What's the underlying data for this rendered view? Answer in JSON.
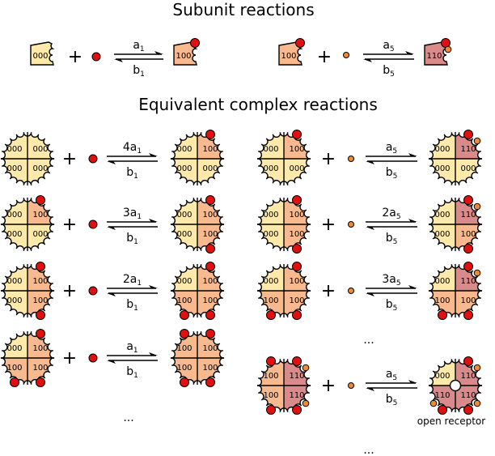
{
  "titles": {
    "subunit": "Subunit reactions",
    "complex": "Equivalent complex reactions"
  },
  "colors": {
    "state000": "#fdeaaa",
    "state100": "#f7b98d",
    "state110": "#d98b8b",
    "ligand_a": "#e01010",
    "ligand_b": "#f08a30",
    "outline": "#000000"
  },
  "state_labels": {
    "s000": "000",
    "s100": "100",
    "s110": "110"
  },
  "plus": "+",
  "subunit_reactions": [
    {
      "forward": "a",
      "forward_sub": "1",
      "reverse": "b",
      "reverse_sub": "1"
    },
    {
      "forward": "a",
      "forward_sub": "5",
      "reverse": "b",
      "reverse_sub": "5"
    }
  ],
  "left_column": [
    {
      "forward_coef": "4",
      "forward": "a",
      "forward_sub": "1",
      "reverse": "b",
      "reverse_sub": "1"
    },
    {
      "forward_coef": "3",
      "forward": "a",
      "forward_sub": "1",
      "reverse": "b",
      "reverse_sub": "1"
    },
    {
      "forward_coef": "2",
      "forward": "a",
      "forward_sub": "1",
      "reverse": "b",
      "reverse_sub": "1"
    },
    {
      "forward_coef": "",
      "forward": "a",
      "forward_sub": "1",
      "reverse": "b",
      "reverse_sub": "1"
    }
  ],
  "right_column": [
    {
      "forward_coef": "",
      "forward": "a",
      "forward_sub": "5",
      "reverse": "b",
      "reverse_sub": "5"
    },
    {
      "forward_coef": "2",
      "forward": "a",
      "forward_sub": "5",
      "reverse": "b",
      "reverse_sub": "5"
    },
    {
      "forward_coef": "3",
      "forward": "a",
      "forward_sub": "5",
      "reverse": "b",
      "reverse_sub": "5"
    },
    {
      "forward_coef": "",
      "forward": "a",
      "forward_sub": "5",
      "reverse": "b",
      "reverse_sub": "5"
    }
  ],
  "ellipsis": "...",
  "open_receptor_label": "open receptor"
}
